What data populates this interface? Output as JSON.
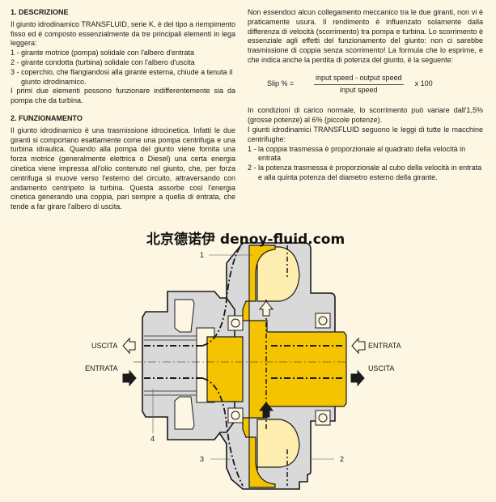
{
  "left_column": {
    "section1": {
      "heading": "1. DESCRIZIONE",
      "intro": "Il giunto idrodinamico TRANSFLUID, serie K, è del tipo a riempimento fisso ed è composto essenzialmente da tre principali elementi in lega leggera:",
      "items": [
        {
          "num": "1 - ",
          "text": "girante motrice (pompa) solidale con l'albero d'entrata"
        },
        {
          "num": "2 - ",
          "text": "girante condotta (turbina) solidale con l'albero d'uscita"
        },
        {
          "num": "3 - ",
          "text": "coperchio, che flangiandosi alla girante esterna, chiude a tenuta il giunto idrodinamico."
        }
      ],
      "outro": "I primi due elementi possono funzionare indifferentemente sia da pompa che da turbina."
    },
    "section2": {
      "heading": "2. FUNZIONAMENTO",
      "body": "Il giunto idrodinamico è una trasmissione idrocinetica. Infatti le due giranti si comportano esattamente come una pompa centrifuga e una turbina idraulica. Quando alla pompa del giunto viene fornita una forza motrice (generalmente elettrica o Diesel) una certa energia cinetica viene impressa all'olio contenuto nel giunto, che, per forza centrifuga si muove verso l'esterno del circuito, attraversando con andamento centripeto la turbina. Questa assorbe così l'energia cinetica generando una coppia, pari sempre a quella di entrata, che tende a far girare l'albero di uscita."
    }
  },
  "right_column": {
    "para1": "Non essendoci alcun collegamento meccanico tra le due giranti, non vi è praticamente usura. Il rendimento è influenzato solamente dalla differenza di velocità (scorrimento) tra pompa e turbina. Lo scorrimento è essenziale agli effetti del funzionamento del giunto: non ci sarebbe trasmissione di coppia senza scorrimento! La formula che lo esprime, e che indica anche la perdita di potenza del giunto, è la seguente:",
    "formula": {
      "lhs": "Slip % =",
      "numerator": "input speed - output speed",
      "denominator": "input speed",
      "multiplier": "x 100"
    },
    "para2": "In condizioni di carico normale, lo scorrimento può variare dall'1,5% (grosse potenze) al 6% (piccole potenze).",
    "para3": "I giunti idrodinamici TRANSFLUID seguono le leggi di tutte le macchine centrifughe:",
    "items": [
      {
        "num": "1 - ",
        "text": "la coppia trasmessa è proporzionale al quadrato della velocità in entrata"
      },
      {
        "num": "2 - ",
        "text": "la potenza trasmessa è proporzionale al cubo della velocità in entrata e alla quinta potenza del diametro esterno della girante."
      }
    ]
  },
  "watermark": "北京德诺伊 denoy-fluid.com",
  "diagram": {
    "labels": {
      "part1": "1",
      "part2": "2",
      "part3": "3",
      "part4": "4",
      "left_top": "USCITA",
      "left_bottom": "ENTRATA",
      "right_top": "ENTRATA",
      "right_bottom": "USCITA"
    },
    "colors": {
      "background": "#fdf6e3",
      "housing_gray": "#d9d9d9",
      "shaft_yellow": "#f5c400",
      "chamber_light_yellow": "#fdeeb0",
      "outline": "#1a1a1a"
    }
  }
}
